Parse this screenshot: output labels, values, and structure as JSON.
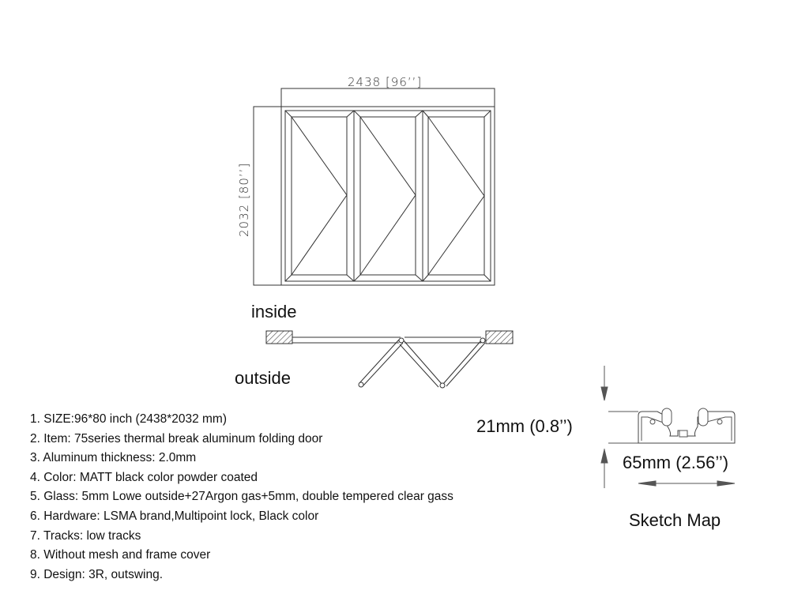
{
  "drawing": {
    "width_dim": "2438 [96’’]",
    "height_dim": "2032 [80’’]",
    "inside_label": "inside",
    "outside_label": "outside"
  },
  "profile": {
    "height_dim": "21mm (0.8’’)",
    "width_dim": "65mm (2.56’’)",
    "caption": "Sketch Map"
  },
  "specs": [
    "1. SIZE:96*80 inch (2438*2032 mm)",
    "2. Item: 75series thermal break aluminum folding door",
    "3. Aluminum thickness: 2.0mm",
    "4. Color: MATT black color powder coated",
    "5. Glass: 5mm Lowe outside+27Argon gas+5mm, double tempered clear gass",
    "6. Hardware: LSMA brand,Multipoint lock, Black color",
    "7. Tracks: low tracks",
    "8. Without mesh and frame cover",
    "9. Design: 3R, outswing."
  ],
  "colors": {
    "line": "#333333",
    "background": "#ffffff"
  }
}
